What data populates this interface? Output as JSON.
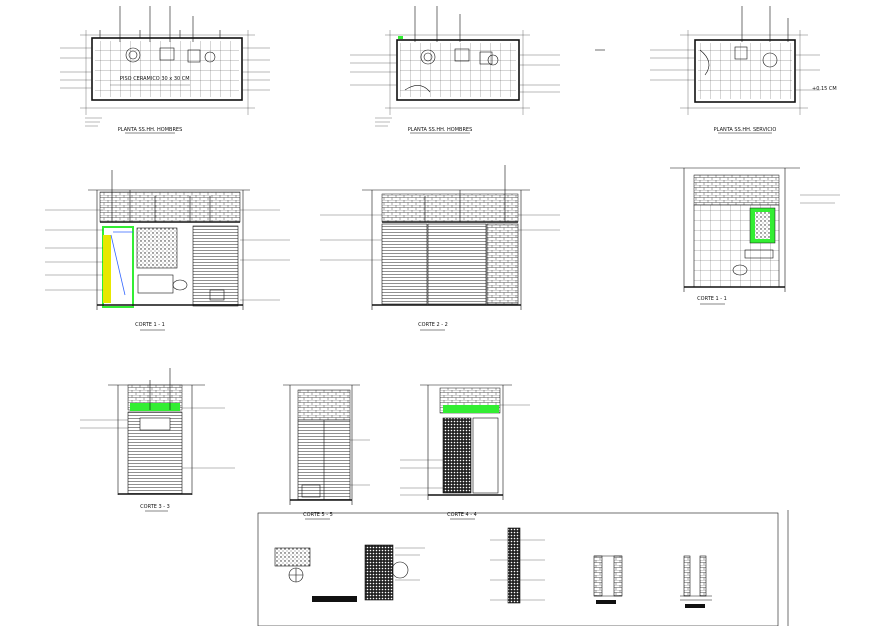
{
  "sheet": {
    "titles": {
      "plan_men_1": "PLANTA SS.HH. HOMBRES",
      "plan_men_2": "PLANTA SS.HH. HOMBRES",
      "plan_service": "PLANTA SS.HH. SERVICIO",
      "section_1a": "CORTE 1 - 1",
      "section_2": "CORTE 2 - 2",
      "section_1b": "CORTE 1 - 1",
      "section_3": "CORTE 3 - 3",
      "section_5": "CORTE 5 - 5",
      "section_4": "CORTE 4 - 4"
    },
    "plan_note": "PISO CERAMICO 30 x 30 CM",
    "level_mark": "+0.15 CM"
  },
  "colors": {
    "line": "#111111",
    "green": "#33ee33",
    "yellow": "#e8e800",
    "blue": "#3366ff"
  }
}
